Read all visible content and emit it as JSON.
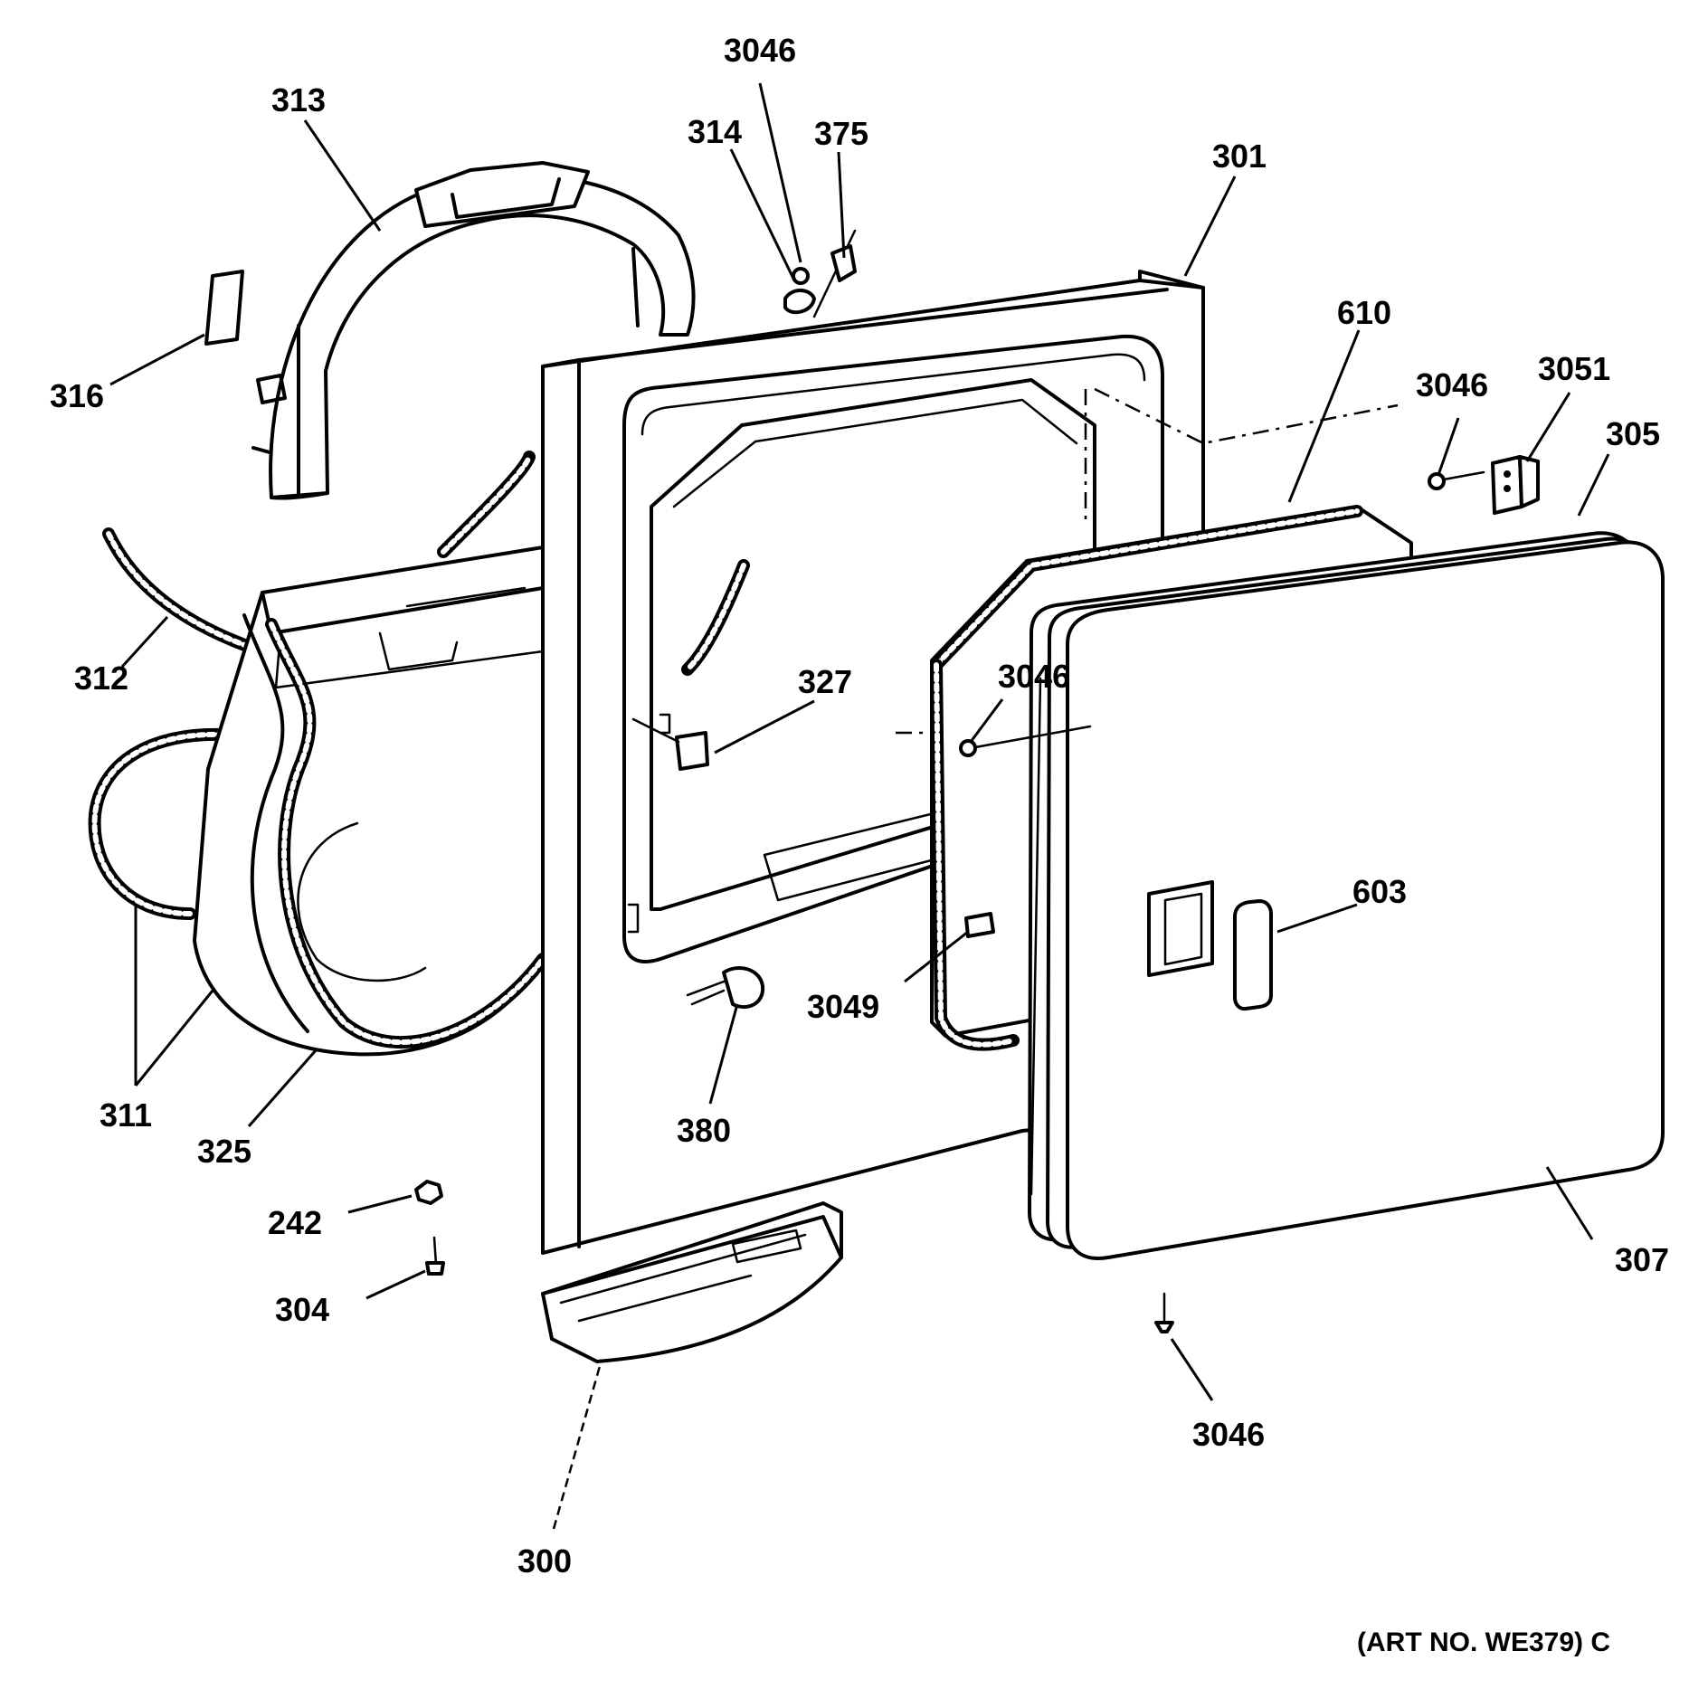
{
  "callouts": {
    "c3046_top": "3046",
    "c313": "313",
    "c314": "314",
    "c375": "375",
    "c301": "301",
    "c610": "610",
    "c316": "316",
    "c3046_right": "3046",
    "c3051": "3051",
    "c305": "305",
    "c312": "312",
    "c327": "327",
    "c3046_mid": "3046",
    "c603": "603",
    "c3049": "3049",
    "c311": "311",
    "c380": "380",
    "c325": "325",
    "c242": "242",
    "c307": "307",
    "c304": "304",
    "c3046_bottom": "3046",
    "c300": "300"
  },
  "art_number": "(ART NO. WE379) C"
}
